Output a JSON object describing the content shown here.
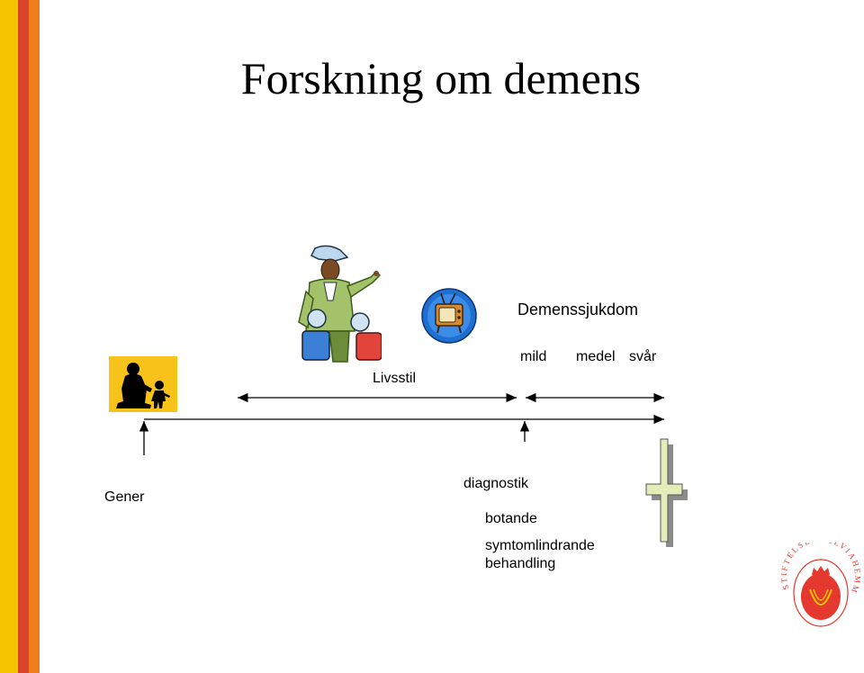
{
  "slide": {
    "title": "Forskning om demens",
    "labels": {
      "dementia_disease": "Demenssjukdom",
      "mild": "mild",
      "medium": "medel",
      "severe": "svår",
      "lifestyle": "Livsstil",
      "genes": "Gener",
      "diagnostics": "diagnostik",
      "curative": "botande",
      "symptom_relief_line1": "symtomlindrande",
      "symptom_relief_line2": "behandling"
    },
    "logo_text": "STIFTELSEN SILVIAHEMMET"
  },
  "colors": {
    "stripe_yellow": "#f5c400",
    "stripe_orange": "#ef7d1a",
    "stripe_red": "#d9442b",
    "logo_red": "#e5382f",
    "cross_fill": "#e4ecb8"
  },
  "icons": [
    "mother-child-icon",
    "traveler-icon",
    "television-icon",
    "cross-icon",
    "silviahemmet-logo"
  ]
}
